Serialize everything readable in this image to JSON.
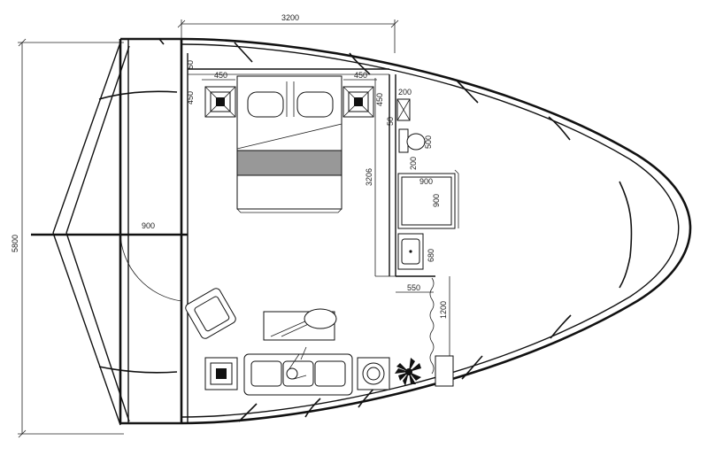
{
  "dimensions": {
    "top_width": "3200",
    "left_height": "5800",
    "entrance_radius": "900",
    "bedroom_depth": "3206",
    "nightstand_left_width": "450",
    "nightstand_left_depth": "450",
    "nightstand_right_width": "450",
    "nightstand_right_depth": "450",
    "wall_gap_top": "50",
    "wall_gap_right": "50",
    "storage_width": "200",
    "toilet_depth": "500",
    "toilet_gap": "200",
    "shower_width": "900",
    "shower_depth": "900",
    "sink_depth": "680",
    "partition_width": "550",
    "partition_length": "1200"
  },
  "icons": {
    "bed": "double-bed-icon",
    "nightstand": "nightstand-lamp-icon",
    "armchair": "armchair-icon",
    "sofa": "sofa-icon",
    "table": "coffee-table-icon",
    "plant": "potted-plant-icon",
    "toilet": "toilet-icon",
    "shower": "shower-tray-icon",
    "sink": "washbasin-icon"
  }
}
